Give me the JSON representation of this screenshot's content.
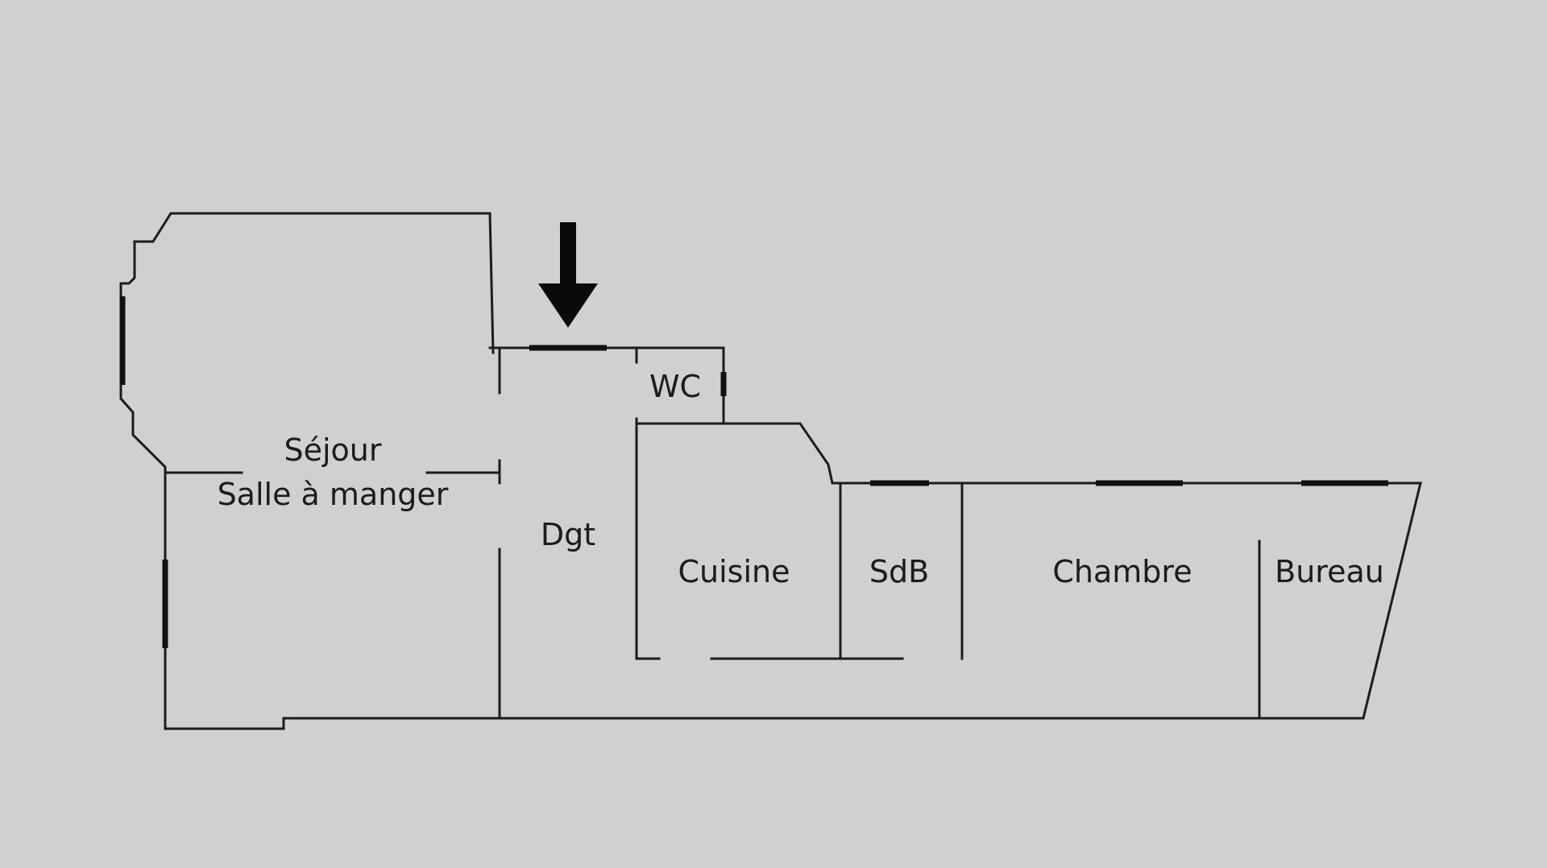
{
  "rooms": {
    "sejour": "Séjour",
    "salle_a_manger": "Salle à manger",
    "wc": "WC",
    "dgt": "Dgt",
    "cuisine": "Cuisine",
    "sdb": "SdB",
    "chambre": "Chambre",
    "bureau": "Bureau"
  },
  "entrance_icon": "arrow-down-icon",
  "colors": {
    "background": "#cfd1ce",
    "walls": "#1c1c1c"
  }
}
